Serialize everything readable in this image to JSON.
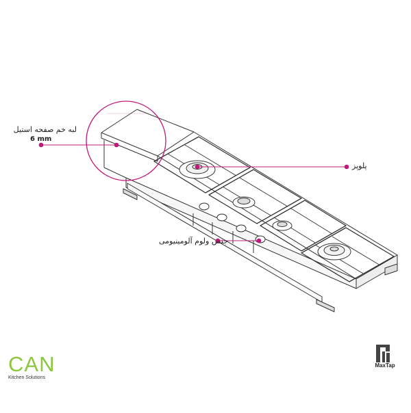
{
  "callouts": {
    "edge_label": "لبه خم صفحه استیل",
    "edge_size": "6 mm",
    "burner_label": "پلوپز",
    "valve_label": "جنس ولوم آلومینیومی"
  },
  "brands": {
    "left_logo_word": "CAN",
    "left_logo_sub": "Kitchen Solutions",
    "right_logo_text": "MaxTap"
  },
  "colors": {
    "accent": "#c2187a",
    "line": "#333333",
    "can_green": "#8dc63f"
  }
}
